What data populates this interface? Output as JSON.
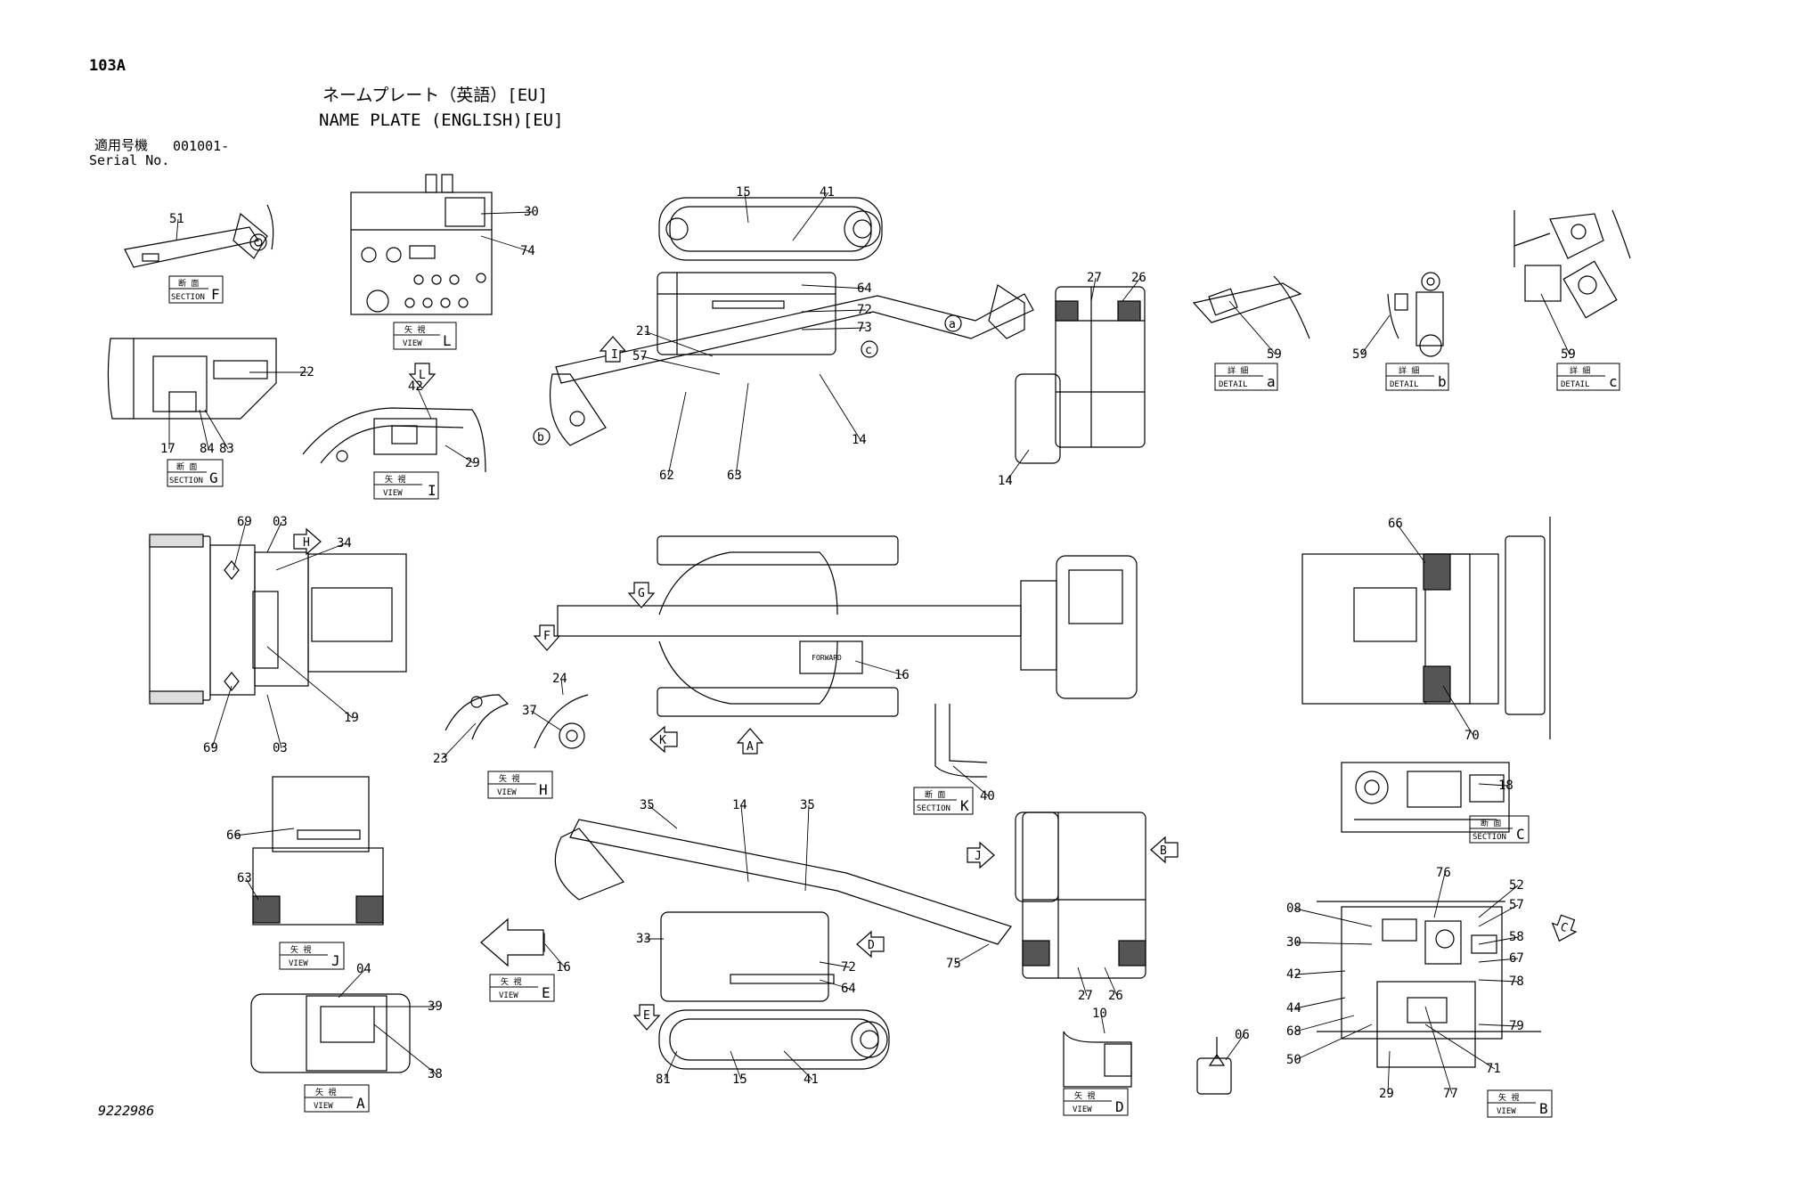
{
  "page": {
    "page_code": "103A",
    "title_jp": "ネームプレート（英語）[EU]",
    "title_en": "NAME PLATE (ENGLISH)[EU]",
    "serial_label_jp": "適用号機",
    "serial_value": "001001-",
    "serial_label_en": "Serial No.",
    "drawing_number": "9222986"
  },
  "tags": [
    {
      "jp": "断 面",
      "en": "SECTION",
      "id": "F"
    },
    {
      "jp": "断 面",
      "en": "SECTION",
      "id": "G"
    },
    {
      "jp": "矢 視",
      "en": "VIEW",
      "id": "L"
    },
    {
      "jp": "矢 視",
      "en": "VIEW",
      "id": "I"
    },
    {
      "jp": "詳 細",
      "en": "DETAIL",
      "id": "a"
    },
    {
      "jp": "詳 細",
      "en": "DETAIL",
      "id": "b"
    },
    {
      "jp": "詳 細",
      "en": "DETAIL",
      "id": "c"
    },
    {
      "jp": "矢 視",
      "en": "VIEW",
      "id": "H"
    },
    {
      "jp": "断 面",
      "en": "SECTION",
      "id": "K"
    },
    {
      "jp": "断 面",
      "en": "SECTION",
      "id": "C"
    },
    {
      "jp": "矢 視",
      "en": "VIEW",
      "id": "J"
    },
    {
      "jp": "矢 視",
      "en": "VIEW",
      "id": "E"
    },
    {
      "jp": "矢 視",
      "en": "VIEW",
      "id": "A"
    },
    {
      "jp": "矢 視",
      "en": "VIEW",
      "id": "D"
    },
    {
      "jp": "矢 視",
      "en": "VIEW",
      "id": "B"
    }
  ],
  "view_arrows": [
    "L",
    "I",
    "H",
    "G",
    "F",
    "K",
    "A",
    "J",
    "B",
    "D",
    "E",
    "C"
  ],
  "detail_circles": [
    "a",
    "b",
    "c"
  ],
  "embedded_labels": {
    "forward": "FORWARD"
  },
  "callouts": [
    "51",
    "30",
    "74",
    "15",
    "41",
    "64",
    "72",
    "73",
    "27",
    "26",
    "21",
    "57",
    "22",
    "42",
    "17",
    "84",
    "83",
    "29",
    "62",
    "63",
    "14",
    "14",
    "59",
    "59",
    "59",
    "69",
    "03",
    "34",
    "19",
    "69",
    "03",
    "24",
    "37",
    "16",
    "23",
    "40",
    "66",
    "70",
    "18",
    "35",
    "66",
    "63",
    "14",
    "35",
    "04",
    "39",
    "38",
    "33",
    "72",
    "64",
    "16",
    "75",
    "27",
    "26",
    "81",
    "15",
    "41",
    "10",
    "06",
    "76",
    "52",
    "57",
    "08",
    "30",
    "42",
    "44",
    "68",
    "50",
    "58",
    "67",
    "78",
    "79",
    "71",
    "29",
    "77"
  ]
}
